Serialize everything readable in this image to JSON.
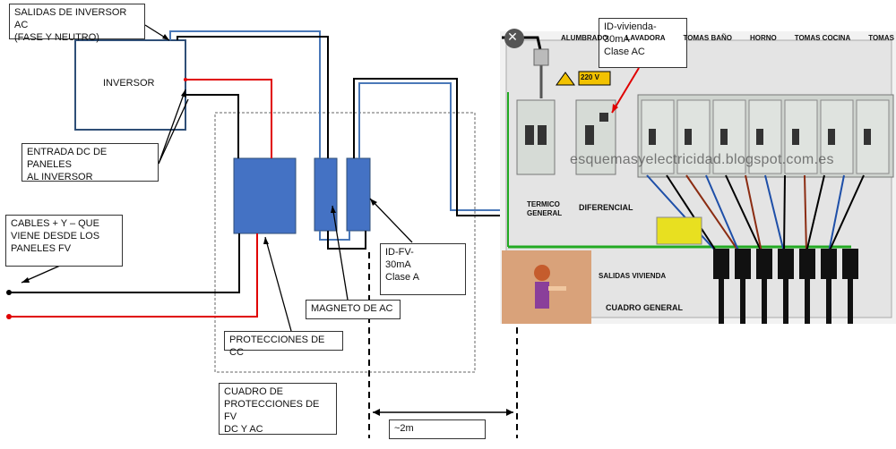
{
  "labels": {
    "salidas_inversor": "SALIDAS DE INVERSOR AC\n(FASE Y NEUTRO)",
    "inversor": "INVERSOR",
    "entrada_dc": "ENTRADA DC DE PANELES\nAL INVERSOR",
    "cables_fv": "CABLES + Y – QUE\nVIENE DESDE LOS\nPANELES FV",
    "id_fv": "ID-FV-\n30mA\nClase A",
    "magneto_ac": "MAGNETO DE AC",
    "protecciones_cc": "PROTECCIONES DE CC",
    "cuadro_fv": "CUADRO DE\nPROTECCIONES DE FV\nDC Y AC",
    "distancia": "~2m",
    "id_vivienda": "ID-vivienda-\n30mA\nClase AC"
  },
  "panel": {
    "header_labels": [
      "ALUMBRADO",
      "LAVADORA",
      "TOMAS BAÑO",
      "HORNO",
      "TOMAS COCINA",
      "TOMAS"
    ],
    "voltage_tag": "220 V",
    "termico": "TERMICO\nGENERAL",
    "diferencial": "DIFERENCIAL",
    "salidas": "SALIDAS VIVIENDA",
    "cuadro_general": "CUADRO GENERAL",
    "watermark": "esquemasyelectricidad.blogspot.com.es",
    "close_symbol": "✕"
  },
  "colors": {
    "blue_box": "#4472c4",
    "red_wire": "#e00000",
    "blue_wire": "#4a78b8",
    "black_wire": "#000000",
    "panel_bg": "#e8e8e8",
    "green_bus": "#22aa22"
  }
}
